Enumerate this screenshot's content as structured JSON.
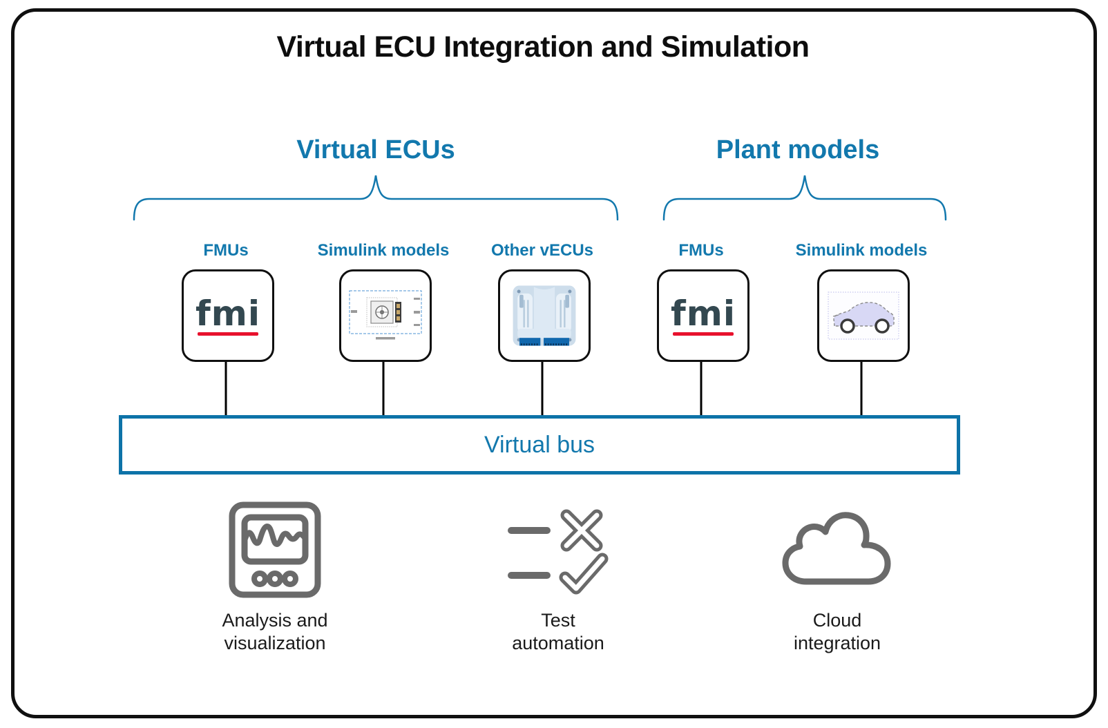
{
  "title": "Virtual ECU Integration and Simulation",
  "groups": [
    {
      "label": "Virtual ECUs"
    },
    {
      "label": "Plant models"
    }
  ],
  "boxes": [
    {
      "label": "FMUs",
      "icon": "fmi-logo",
      "group": "Virtual ECUs"
    },
    {
      "label": "Simulink models",
      "icon": "simulink-controller-model",
      "group": "Virtual ECUs"
    },
    {
      "label": "Other vECUs",
      "icon": "ecu-hardware",
      "group": "Virtual ECUs"
    },
    {
      "label": "FMUs",
      "icon": "fmi-logo",
      "group": "Plant models"
    },
    {
      "label": "Simulink models",
      "icon": "car-plant-model",
      "group": "Plant models"
    }
  ],
  "fmi_logo_text": "fmi",
  "bus": {
    "label": "Virtual bus"
  },
  "features": [
    {
      "line1": "Analysis and",
      "line2": "visualization",
      "icon": "oscilloscope-icon"
    },
    {
      "line1": "Test",
      "line2": "automation",
      "icon": "test-checklist-icon"
    },
    {
      "line1": "Cloud",
      "line2": "integration",
      "icon": "cloud-icon"
    }
  ],
  "colors": {
    "accent_blue": "#1278ad",
    "bus_border": "#0d73a8",
    "fmi_dark": "#334850",
    "fmi_red": "#e8112d",
    "icon_gray": "#6a6a6a",
    "connector_black": "#000000"
  }
}
